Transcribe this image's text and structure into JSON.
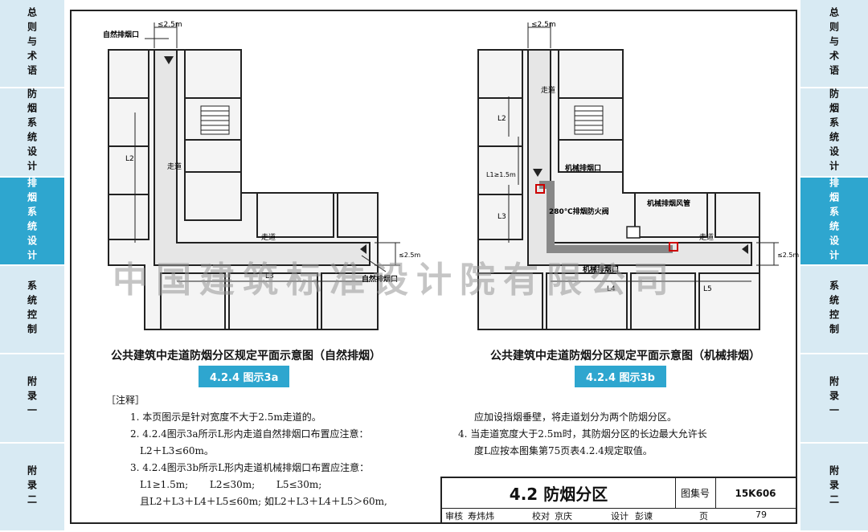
{
  "left_tabs": [
    {
      "label": "总则与术语",
      "active": false
    },
    {
      "label": "防烟系统设计",
      "active": false
    },
    {
      "label": "排烟系统设计",
      "active": true
    },
    {
      "label": "系统控制",
      "active": false
    },
    {
      "label": "附录一",
      "active": false
    },
    {
      "label": "附录二",
      "active": false
    }
  ],
  "right_tabs": [
    {
      "label": "总则与术语",
      "active": false
    },
    {
      "label": "防烟系统设计",
      "active": false
    },
    {
      "label": "排烟系统设计",
      "active": true
    },
    {
      "label": "系统控制",
      "active": false
    },
    {
      "label": "附录一",
      "active": false
    },
    {
      "label": "附录二",
      "active": false
    }
  ],
  "plan_a": {
    "top_dim": "≤2.5m",
    "top_outlet": "自然排烟口",
    "corridor_v": "走道",
    "corridor_h": "走道",
    "l2": "L2",
    "l3": "L3",
    "right_dim": "≤2.5m",
    "right_outlet": "自然排烟口",
    "caption": "公共建筑中走道防烟分区规定平面示意图（自然排烟）",
    "badge": "4.2.4 图示3a"
  },
  "plan_b": {
    "top_dim": "≤2.5m",
    "corridor_v": "走道",
    "corridor_h": "走道",
    "l1": "L1≥1.5m",
    "l2": "L2",
    "l3": "L3",
    "l4": "L4",
    "l5": "L5",
    "mech_outlet": "机械排烟口",
    "damper": "280℃排烟防火阀",
    "duct": "机械排烟风管",
    "mech_outlet2": "机械排烟口",
    "right_dim": "≤2.5m",
    "caption": "公共建筑中走道防烟分区规定平面示意图（机械排烟）",
    "badge": "4.2.4 图示3b"
  },
  "notes": {
    "heading": "［注释］",
    "n1": "1. 本页图示是针对宽度不大于2.5m走道的。",
    "n2": "2. 4.2.4图示3a所示L形内走道自然排烟口布置应注意：",
    "n2b": "L2＋L3≤60m。",
    "n3": "3. 4.2.4图示3b所示L形内走道机械排烟口布置应注意：",
    "n3b": "L1≥1.5m;       L2≤30m;       L5≤30m;",
    "n3c": "且L2＋L3＋L4＋L5≤60m; 如L2＋L3＋L4＋L5＞60m,",
    "n3d": "应加设挡烟垂壁，将走道划分为两个防烟分区。",
    "n4": "4. 当走道宽度大于2.5m时，其防烟分区的长边最大允许长",
    "n4b": "度L应按本图集第75页表4.2.4规定取值。"
  },
  "titleblock": {
    "section": "4.2  防烟分区",
    "atlas_label": "图集号",
    "atlas_no": "15K606",
    "row2": [
      "审核",
      "寿炜炜",
      "校对",
      "京庆",
      "设计",
      "彭谏",
      "页",
      "79"
    ]
  },
  "watermark": "中国建筑标准设计院有限公司"
}
